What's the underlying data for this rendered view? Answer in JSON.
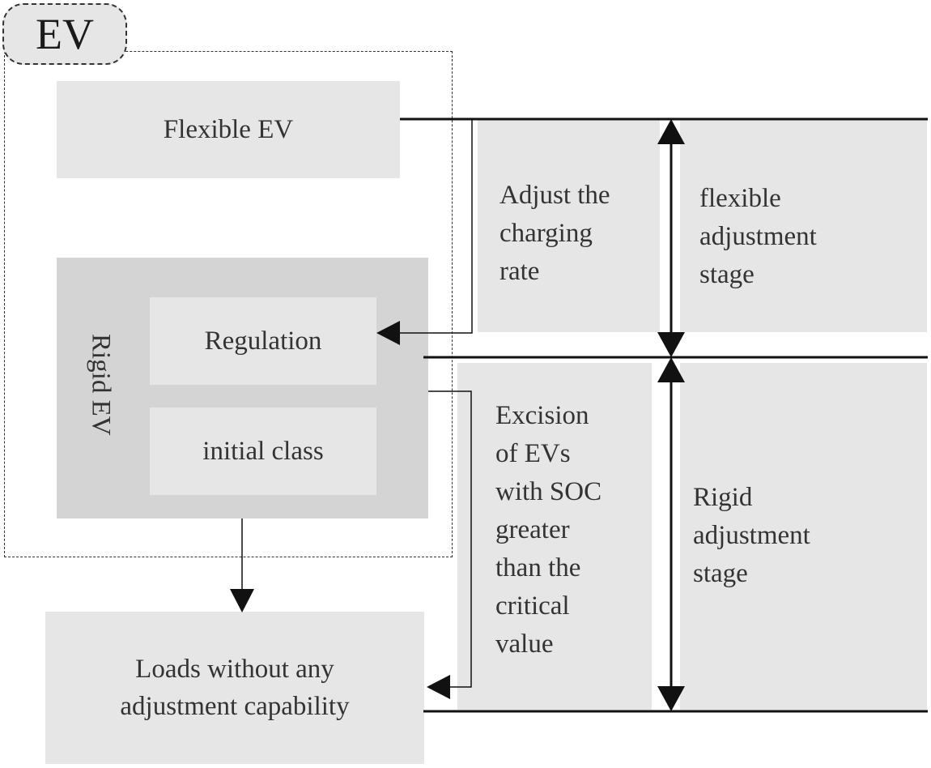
{
  "diagram": {
    "ev_tag": "EV",
    "flexible_ev": "Flexible EV",
    "rigid_ev": "Rigid EV",
    "regulation": "Regulation",
    "initial_class": "initial class",
    "loads": "Loads without any adjustment capability",
    "adjust_rate": "Adjust the\ncharging\nrate",
    "flexible_stage": "flexible\nadjustment\nstage",
    "excision": "Excision\nof EVs\nwith SOC\ngreater\nthan the\ncritical\nvalue",
    "rigid_stage": "Rigid\nadjustment\nstage"
  }
}
